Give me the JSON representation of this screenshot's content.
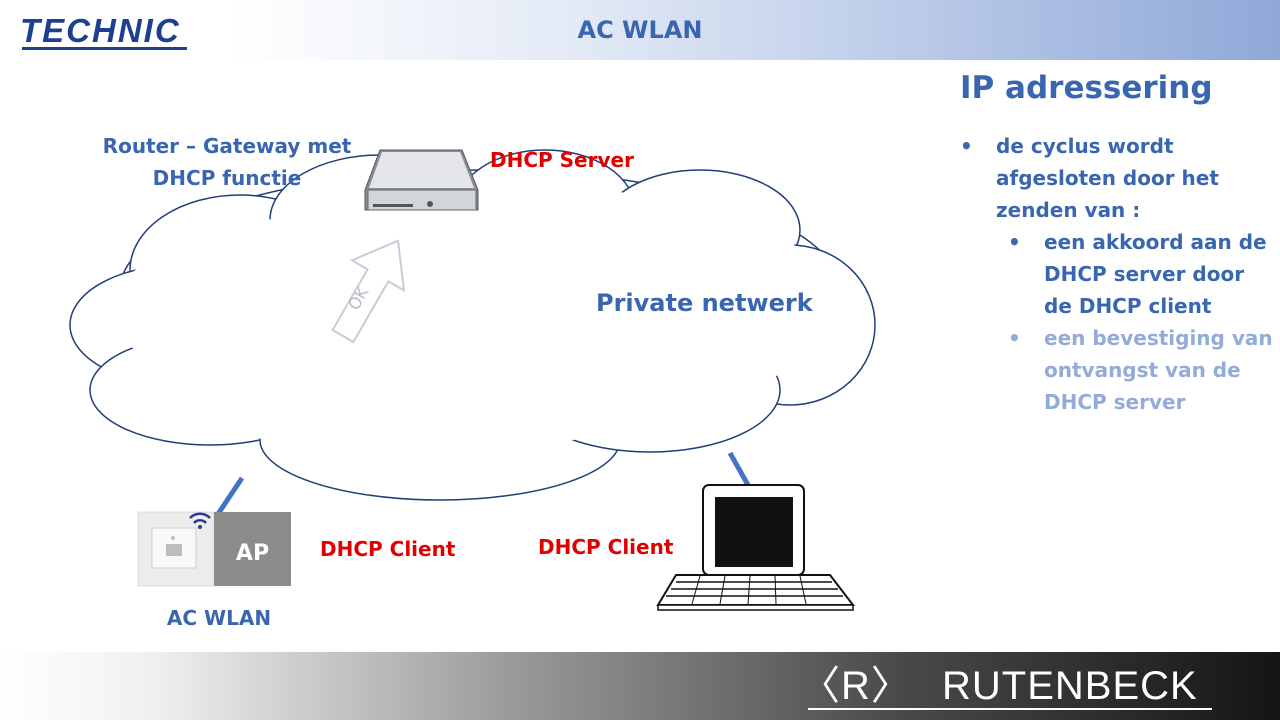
{
  "header": {
    "logo_text": "TECHNIC",
    "title": "AC WLAN"
  },
  "diagram": {
    "router_label": [
      "Router – Gateway met",
      "DHCP functie"
    ],
    "dhcp_server_label": "DHCP Server",
    "cloud_label": "Private netwerk",
    "ok_arrow_text": "OK",
    "ap_box_text": "AP",
    "ap_client_label": "DHCP Client",
    "pc_client_label": "DHCP Client",
    "ap_caption": "AC WLAN"
  },
  "panel": {
    "title": "IP adressering",
    "bullet1": [
      "de cyclus wordt",
      "afgesloten door het",
      "zenden van :"
    ],
    "sub1": [
      "een akkoord aan de",
      "DHCP server door",
      "de DHCP client"
    ],
    "sub2": [
      "een bevestiging van",
      "ontvangst van de",
      "DHCP server"
    ]
  },
  "footer": {
    "brand": "RUTENBECK",
    "brand_mark": "〈R〉"
  },
  "colors": {
    "accent_blue": "#3a66b0",
    "dhcp_red": "#e00000",
    "faded_blue": "#93abd8",
    "link_line": "#4472c4"
  }
}
